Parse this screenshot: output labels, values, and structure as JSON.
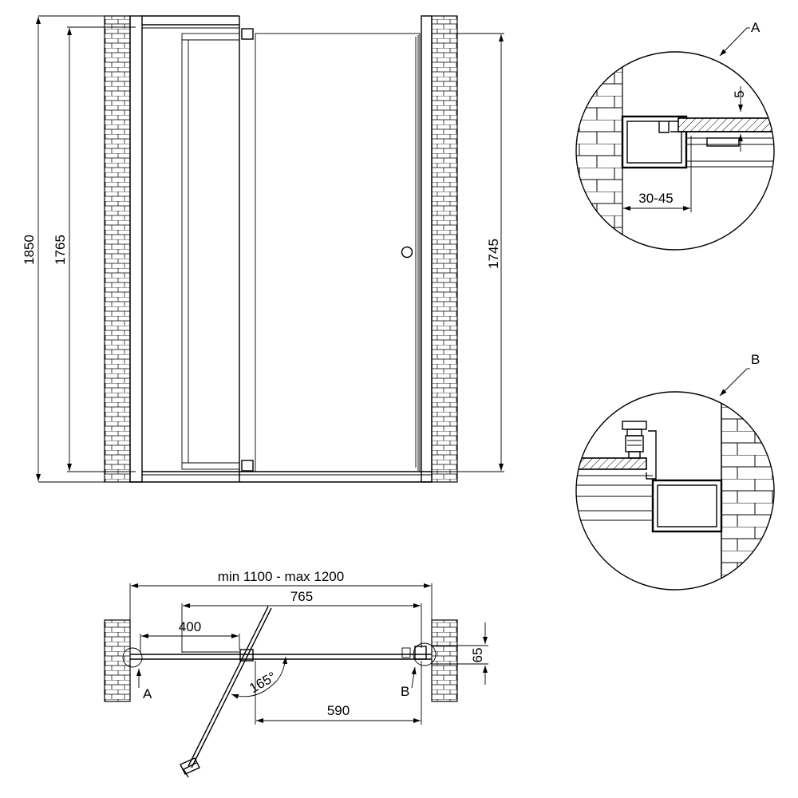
{
  "front_view": {
    "dim_total_height": "1850",
    "dim_fixed_height": "1765",
    "dim_door_height": "1745"
  },
  "detail_a": {
    "label": "A",
    "dim_gap": "5",
    "dim_adjust": "30-45"
  },
  "detail_b": {
    "label": "B"
  },
  "plan_view": {
    "dim_overall": "min 1100 - max 1200",
    "dim_765": "765",
    "dim_400": "400",
    "dim_590": "590",
    "dim_65": "65",
    "angle": "165°",
    "marker_a": "A",
    "marker_b": "B"
  }
}
